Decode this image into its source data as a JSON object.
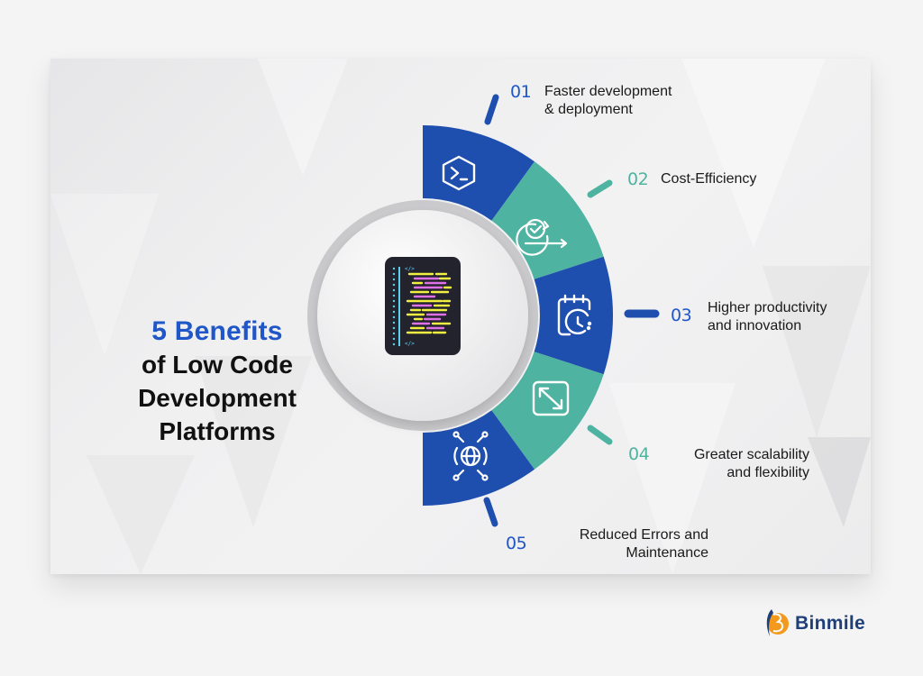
{
  "title": {
    "line1": "5 Benefits",
    "line2": "of Low Code",
    "line3": "Development",
    "line4": "Platforms"
  },
  "colors": {
    "blue": "#1f4fae",
    "teal": "#4fb3a1",
    "title_blue": "#1f56c8",
    "logo_orange": "#f39a1e",
    "logo_navy": "#1e3f78"
  },
  "center_icon": "code-file-icon",
  "benefits": [
    {
      "number": "01",
      "line1": "Faster development",
      "line2": "& deployment",
      "icon": "terminal-hexagon-icon",
      "color": "blue"
    },
    {
      "number": "02",
      "line1": "Cost-Efficiency",
      "line2": "",
      "icon": "cycle-check-icon",
      "color": "teal"
    },
    {
      "number": "03",
      "line1": "Higher productivity",
      "line2": "and innovation",
      "icon": "calendar-clock-icon",
      "color": "blue"
    },
    {
      "number": "04",
      "line1": "Greater scalability",
      "line2": "and flexibility",
      "icon": "expand-arrows-icon",
      "color": "teal"
    },
    {
      "number": "05",
      "line1": "Reduced Errors and",
      "line2": "Maintenance",
      "icon": "globe-network-icon",
      "color": "blue"
    }
  ],
  "brand": {
    "name": "Binmile",
    "icon": "binmile-logo-icon"
  }
}
